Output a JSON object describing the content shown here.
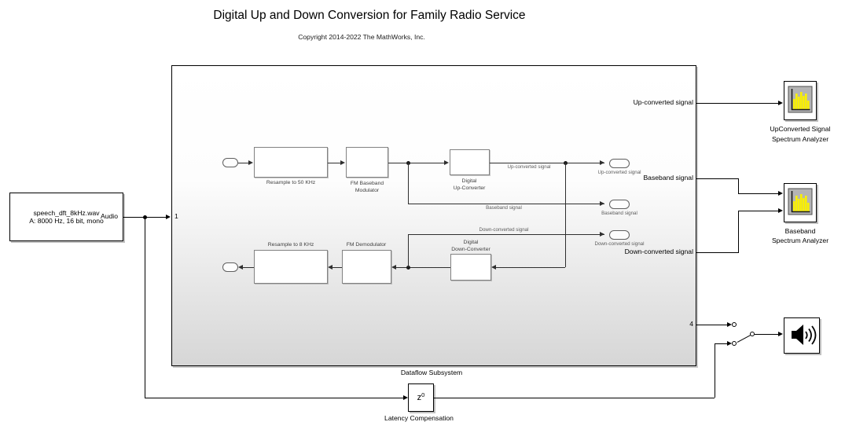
{
  "header": {
    "title": "Digital Up and Down Conversion for Family Radio Service",
    "copyright": "Copyright 2014-2022 The MathWorks, Inc."
  },
  "source": {
    "line1": "speech_dft_8kHz.wav",
    "line2": "A: 8000 Hz, 16 bit, mono",
    "port_label": "Audio"
  },
  "subsystem": {
    "name": "Dataflow Subsystem",
    "inport_number": "1",
    "outport_number": "4",
    "edge_labels": {
      "up": "Up-converted signal",
      "baseband": "Baseband signal",
      "down": "Down-converted signal"
    },
    "blocks": {
      "resample50": "Resample to 50 KHz",
      "fm_mod": {
        "l1": "FM Baseband",
        "l2": "Modulator"
      },
      "duc": {
        "l1": "Digital",
        "l2": "Up-Converter"
      },
      "ddc": {
        "l1": "Digital",
        "l2": "Down-Converter"
      },
      "fm_demod": "FM Demodulator",
      "resample8": "Resample to 8 KHz"
    },
    "wire_labels": {
      "up": "Up-converted signal",
      "baseband": "Baseband signal",
      "down": "Down-converted signal"
    },
    "outport_labels": {
      "up": "Up-converted signal",
      "baseband": "Baseband signal",
      "down": "Down-converted signal"
    }
  },
  "scopes": {
    "up": {
      "l1": "UpConverted Signal",
      "l2": "Spectrum Analyzer"
    },
    "baseband": {
      "l1": "Baseband",
      "l2": "Spectrum Analyzer"
    }
  },
  "latency": {
    "base": "z",
    "sup": "0",
    "label": "Latency Compensation"
  },
  "colors": {
    "spectrum_yellow": "#f9f000",
    "scope_screen_gray": "#b4b4b4",
    "subsystem_gradient_bottom": "#d6d6d6",
    "wire_black": "#000000"
  }
}
